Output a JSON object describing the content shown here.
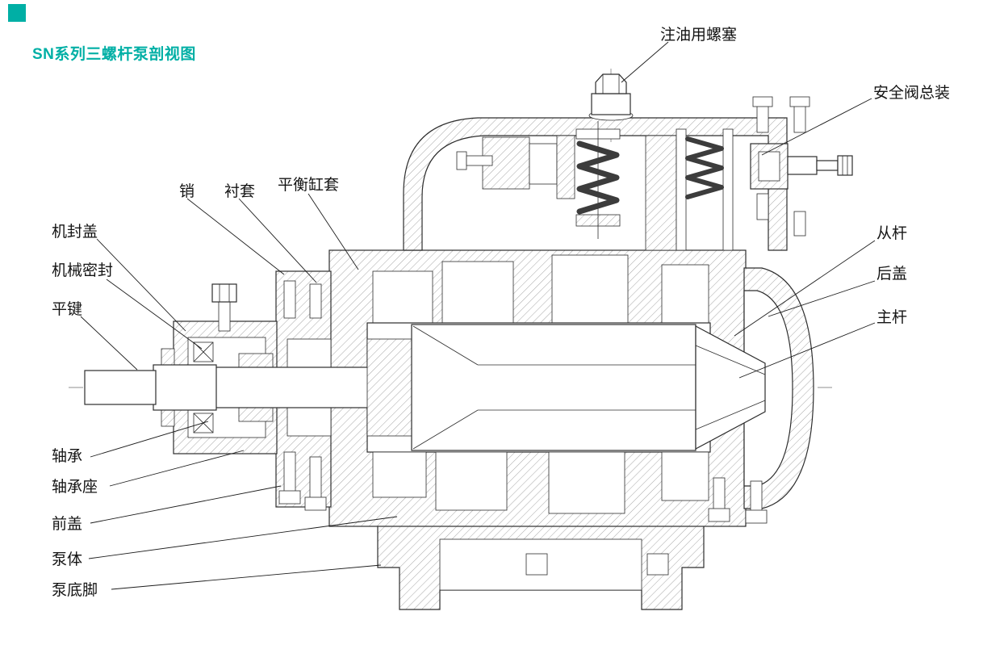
{
  "page": {
    "title": "SN系列三螺杆泵剖视图",
    "accent_color": "#00AFA5"
  },
  "drawing": {
    "name": "SN series three-screw pump cross-section drawing",
    "labels": {
      "oil_plug": "注油用螺塞",
      "safety_valve": "安全阀总装",
      "pin": "销",
      "bushing": "衬套",
      "balance_cylinder_sleeve": "平衡缸套",
      "seal_cover": "机封盖",
      "mechanical_seal": "机械密封",
      "flat_key": "平键",
      "idler_screw": "从杆",
      "rear_cover": "后盖",
      "main_screw": "主杆",
      "bearing": "轴承",
      "bearing_seat": "轴承座",
      "front_cover": "前盖",
      "pump_body": "泵体",
      "pump_foot": "泵底脚"
    }
  }
}
